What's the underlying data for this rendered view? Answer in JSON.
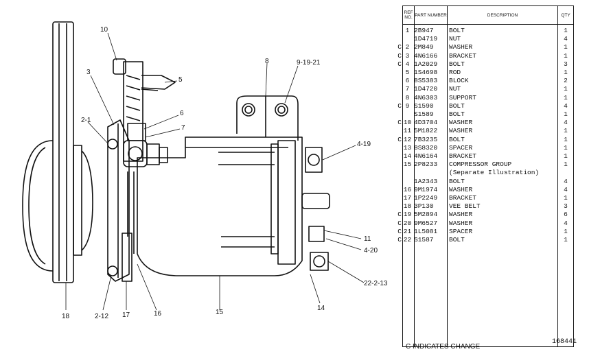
{
  "callouts": {
    "c10": "10",
    "c9_19_21": "9-19-21",
    "c3": "3",
    "c8": "8",
    "c5": "5",
    "c6": "6",
    "c2_1": "2-1",
    "c7": "7",
    "c4_19": "4-19",
    "c11": "11",
    "c4_20": "4-20",
    "c22_2_13": "22-2-13",
    "c18": "18",
    "c2_12": "2-12",
    "c17": "17",
    "c16": "16",
    "c15": "15",
    "c14": "14"
  },
  "parts_list": {
    "headers": {
      "ref": "REF NO.",
      "part": "PART NUMBER",
      "desc": "DESCRIPTION",
      "qty": "QTY"
    },
    "rows": [
      {
        "c": "",
        "ref": "1",
        "pn": "2B947",
        "desc": "BOLT",
        "qty": "1"
      },
      {
        "c": "",
        "ref": "",
        "pn": "1D4719",
        "desc": "NUT",
        "qty": "4"
      },
      {
        "c": "C",
        "ref": "2",
        "pn": "2M849",
        "desc": "WASHER",
        "qty": "1"
      },
      {
        "c": "C",
        "ref": "3",
        "pn": "4N6166",
        "desc": "BRACKET",
        "qty": "1"
      },
      {
        "c": "C",
        "ref": "4",
        "pn": "1A2029",
        "desc": "BOLT",
        "qty": "3"
      },
      {
        "c": "",
        "ref": "5",
        "pn": "1S4698",
        "desc": "ROD",
        "qty": "1"
      },
      {
        "c": "",
        "ref": "6",
        "pn": "8S5383",
        "desc": "BLOCK",
        "qty": "2"
      },
      {
        "c": "",
        "ref": "7",
        "pn": "1D4720",
        "desc": "NUT",
        "qty": "1"
      },
      {
        "c": "",
        "ref": "8",
        "pn": "4N6303",
        "desc": "SUPPORT",
        "qty": "1"
      },
      {
        "c": "C",
        "ref": "9",
        "pn": "S1590",
        "desc": "BOLT",
        "qty": "4"
      },
      {
        "c": "",
        "ref": "",
        "pn": "S1589",
        "desc": "BOLT",
        "qty": "1"
      },
      {
        "c": "C",
        "ref": "10",
        "pn": "4D3704",
        "desc": "WASHER",
        "qty": "4"
      },
      {
        "c": "",
        "ref": "11",
        "pn": "5M1822",
        "desc": "WASHER",
        "qty": "1"
      },
      {
        "c": "C",
        "ref": "12",
        "pn": "7B3235",
        "desc": "BOLT",
        "qty": "1"
      },
      {
        "c": "",
        "ref": "13",
        "pn": "8S8320",
        "desc": "SPACER",
        "qty": "1"
      },
      {
        "c": "",
        "ref": "14",
        "pn": "4N6164",
        "desc": "BRACKET",
        "qty": "1"
      },
      {
        "c": "",
        "ref": "15",
        "pn": "2P8233",
        "desc": "COMPRESSOR GROUP",
        "qty": "1"
      },
      {
        "c": "",
        "ref": "",
        "pn": "",
        "desc": "(Separate Illustration)",
        "qty": ""
      },
      {
        "c": "",
        "ref": "",
        "pn": "1A2343",
        "desc": "BOLT",
        "qty": "4"
      },
      {
        "c": "",
        "ref": "16",
        "pn": "9M1974",
        "desc": "WASHER",
        "qty": "4"
      },
      {
        "c": "",
        "ref": "17",
        "pn": "1P2249",
        "desc": "BRACKET",
        "qty": "1"
      },
      {
        "c": "",
        "ref": "18",
        "pn": "3P130",
        "desc": "VEE BELT",
        "qty": "3"
      },
      {
        "c": "C",
        "ref": "19",
        "pn": "5M2894",
        "desc": "WASHER",
        "qty": "6"
      },
      {
        "c": "C",
        "ref": "20",
        "pn": "9M6527",
        "desc": "WASHER",
        "qty": "4"
      },
      {
        "c": "C",
        "ref": "21",
        "pn": "1L5081",
        "desc": "SPACER",
        "qty": "1"
      },
      {
        "c": "C",
        "ref": "22",
        "pn": "S1587",
        "desc": "BOLT",
        "qty": "1"
      }
    ]
  },
  "legend": "C INDICATES CHANGE",
  "illustration_number": "168441"
}
